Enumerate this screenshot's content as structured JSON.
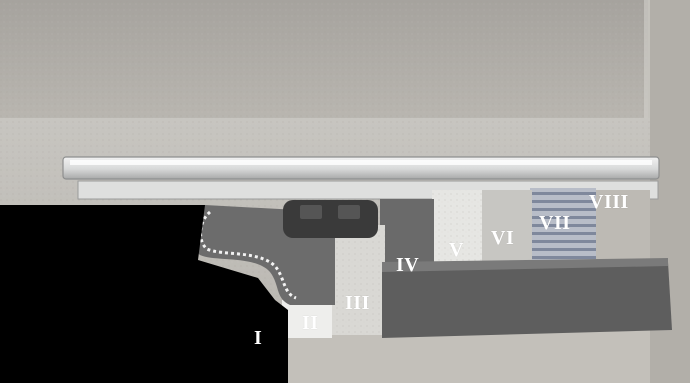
{
  "image": {
    "description_free": true,
    "labels": {
      "l1": "I",
      "l2": "II",
      "l3": "III",
      "l4": "IV",
      "l5": "V",
      "l6": "VI",
      "l7": "VII",
      "l8": "VIII"
    },
    "colors": {
      "wall": "#a7a49f",
      "floor": "#c3c1bb",
      "black_block": "#000000",
      "gray_layer": "#5f5f5f",
      "stripe": "#8f95a6",
      "channel": "#e6e7e6"
    }
  }
}
